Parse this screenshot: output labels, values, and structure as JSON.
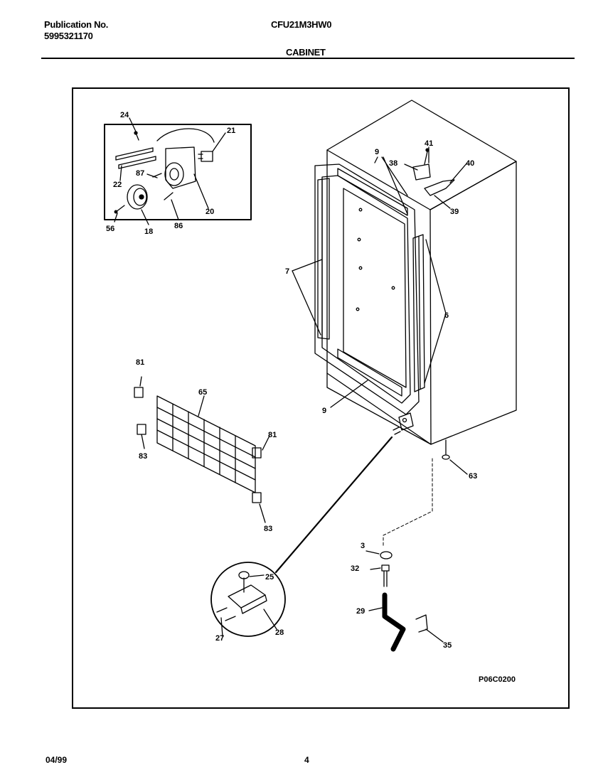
{
  "header": {
    "publication_label": "Publication No.",
    "publication_number": "5995321170",
    "model": "CFU21M3HW0",
    "section": "CABINET"
  },
  "figure": {
    "drawing_code": "P06C0200",
    "callouts": {
      "c24": "24",
      "c21": "21",
      "c22": "22",
      "c87": "87",
      "c20": "20",
      "c56": "56",
      "c18": "18",
      "c86": "86",
      "c9a": "9",
      "c41": "41",
      "c38": "38",
      "c40": "40",
      "c39": "39",
      "c7": "7",
      "c6": "6",
      "c9b": "9",
      "c81a": "81",
      "c65": "65",
      "c81b": "81",
      "c83a": "83",
      "c83b": "83",
      "c63": "63",
      "c3": "3",
      "c32": "32",
      "c29": "29",
      "c35": "35",
      "c25": "25",
      "c27": "27",
      "c28": "28"
    }
  },
  "footer": {
    "date": "04/99",
    "page": "4"
  }
}
